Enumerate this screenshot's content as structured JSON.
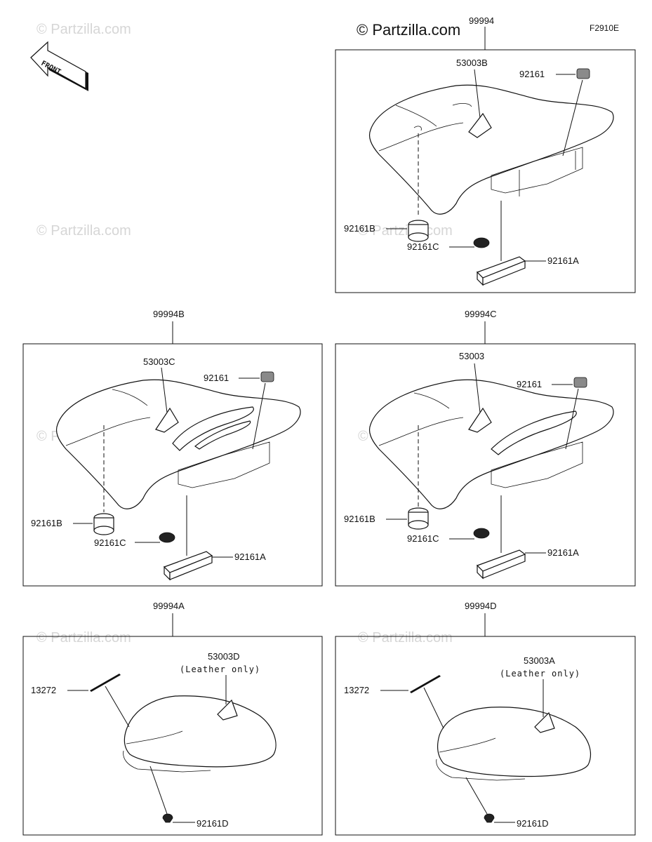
{
  "diagram": {
    "code": "F2910E",
    "copyright_top": "© Partzilla.com",
    "watermark": "© Partzilla.com",
    "front_label": "FRONT",
    "assemblies": [
      {
        "id": "99994",
        "parts": {
          "label": "53003B",
          "left_bump": "92161B",
          "right_bump": "92161C",
          "block": "92161A",
          "tab": "92161"
        }
      },
      {
        "id": "99994B",
        "parts": {
          "label": "53003C",
          "left_bump": "92161B",
          "right_bump": "92161C",
          "block": "92161A",
          "tab": "92161"
        }
      },
      {
        "id": "99994C",
        "parts": {
          "label": "53003",
          "left_bump": "92161B",
          "right_bump": "92161C",
          "block": "92161A",
          "tab": "92161"
        }
      },
      {
        "id": "99994A",
        "parts": {
          "label": "53003D",
          "note": "(Leather only)",
          "strip": "13272",
          "clip": "92161D"
        }
      },
      {
        "id": "99994D",
        "parts": {
          "label": "53003A",
          "note": "(Leather only)",
          "strip": "13272",
          "clip": "92161D"
        }
      }
    ]
  }
}
